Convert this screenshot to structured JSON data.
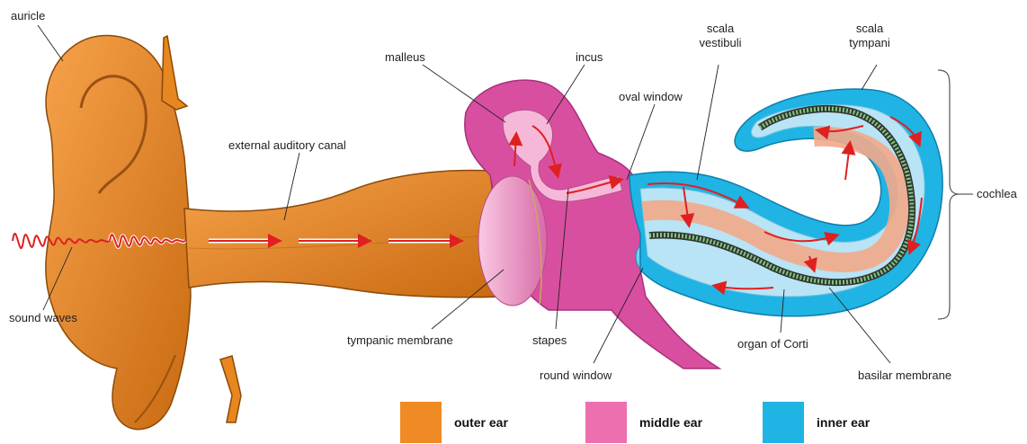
{
  "labels": {
    "auricle": "auricle",
    "sound_waves": "sound waves",
    "external_auditory_canal": "external auditory canal",
    "malleus": "malleus",
    "incus": "incus",
    "oval_window": "oval window",
    "scala_vestibuli_1": "scala",
    "scala_vestibuli_2": "vestibuli",
    "scala_tympani_1": "scala",
    "scala_tympani_2": "tympani",
    "cochlea": "cochlea",
    "tympanic_membrane": "tympanic membrane",
    "stapes": "stapes",
    "round_window": "round window",
    "organ_of_corti": "organ of Corti",
    "basilar_membrane": "basilar membrane"
  },
  "legend": [
    {
      "label": "outer ear",
      "color": "#f08a24"
    },
    {
      "label": "middle ear",
      "color": "#ee6fb0"
    },
    {
      "label": "inner ear",
      "color": "#1fb4e4"
    }
  ],
  "colors": {
    "outer": "#e8861f",
    "outer_dark": "#b85e0c",
    "middle": "#d94fa0",
    "middle_light": "#f5b8d8",
    "inner": "#1fb4e4",
    "inner_light": "#b8e4f5",
    "arrow": "#e02020",
    "basilar": "#7dc87a",
    "corti": "#333333"
  }
}
